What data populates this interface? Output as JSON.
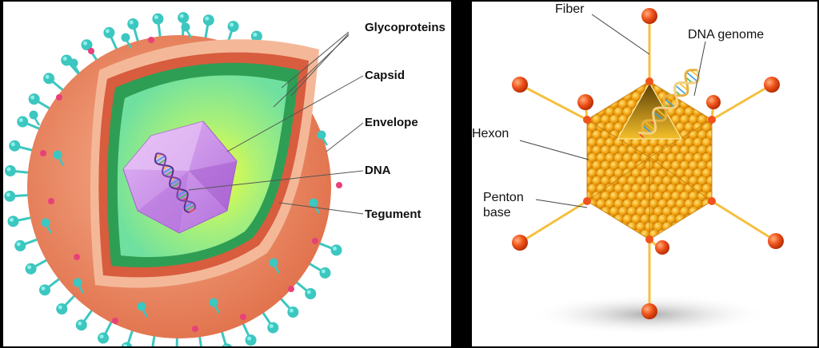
{
  "left_panel": {
    "labels": {
      "glycoproteins": "Glycoproteins",
      "capsid": "Capsid",
      "envelope": "Envelope",
      "dna": "DNA",
      "tegument": "Tegument"
    },
    "colors": {
      "envelope": "#f0906a",
      "spike": "#3cc7c0",
      "tegument": "#2e9e54",
      "capsid_fill": "#a6f07a",
      "dna_core": "#c88ae6"
    }
  },
  "right_panel": {
    "labels": {
      "fiber": "Fiber",
      "dna_genome": "DNA genome",
      "hexon": "Hexon",
      "penton_line1": "Penton",
      "penton_line2": "base"
    },
    "colors": {
      "hexon": "#f2a412",
      "fiber_knob": "#f0531c",
      "fiber_shaft": "#f5c040"
    }
  }
}
